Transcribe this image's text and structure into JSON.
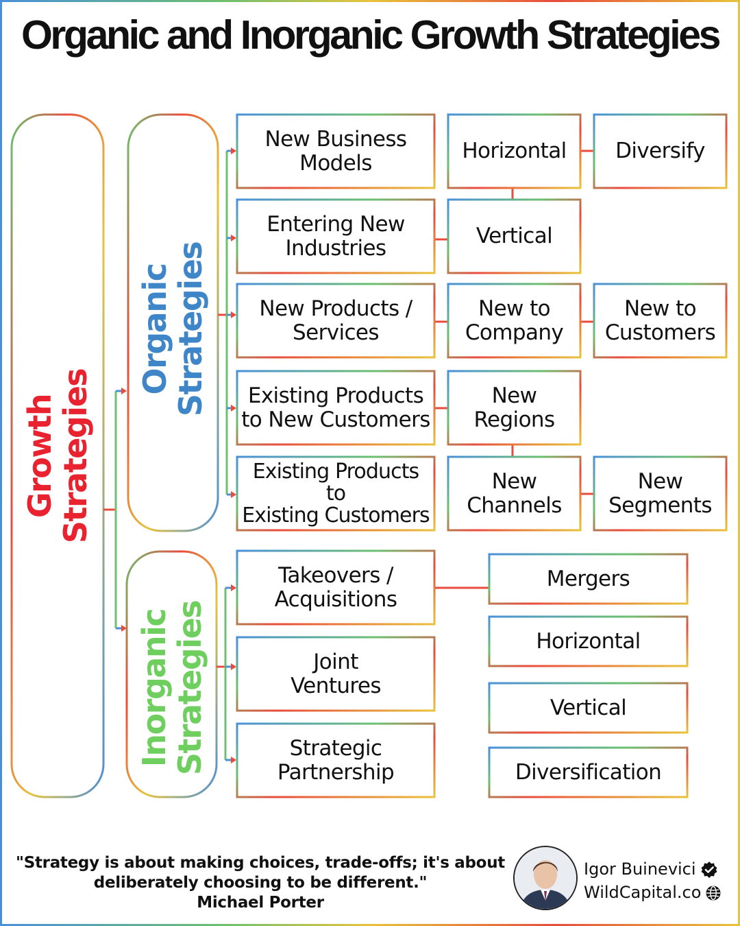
{
  "title": "Organic and Inorganic Growth Strategies",
  "root": {
    "line1": "Growth",
    "line2": "Strategies",
    "color": "#e8232f"
  },
  "organic": {
    "line1": "Organic",
    "line2": "Strategies",
    "color": "#3f86c8",
    "items": [
      {
        "label": "New Business\nModels"
      },
      {
        "label": "Entering New\nIndustries"
      },
      {
        "label": "New Products /\nServices"
      },
      {
        "label": "Existing Products\nto New Customers"
      },
      {
        "label": "Existing Products to\nExisting Customers"
      }
    ],
    "detail_1": [
      {
        "label": "Horizontal"
      },
      {
        "label": "Vertical"
      },
      {
        "label": "New to\nCompany"
      },
      {
        "label": "New\nRegions"
      },
      {
        "label": "New\nChannels"
      }
    ],
    "detail_2": [
      {
        "label": "Diversify"
      },
      {
        "label": "New to\nCustomers"
      },
      {
        "label": "New\nSegments"
      }
    ]
  },
  "inorganic": {
    "line1": "Inorganic",
    "line2": "Strategies",
    "color": "#6fcf5e",
    "items": [
      {
        "label": "Takeovers /\nAcquisitions"
      },
      {
        "label": "Joint\nVentures"
      },
      {
        "label": "Strategic\nPartnership"
      }
    ],
    "types": [
      {
        "label": "Mergers"
      },
      {
        "label": "Horizontal"
      },
      {
        "label": "Vertical"
      },
      {
        "label": "Diversification"
      }
    ]
  },
  "quote": {
    "line1": "\"Strategy is about making choices, trade-offs; it's about",
    "line2": "deliberately choosing to be different.\"",
    "author": "Michael Porter"
  },
  "author": {
    "name": "Igor Buinevici",
    "site": "WildCapital.co"
  },
  "icons": {
    "verified": "verified-check-icon",
    "web": "globe-icon"
  }
}
